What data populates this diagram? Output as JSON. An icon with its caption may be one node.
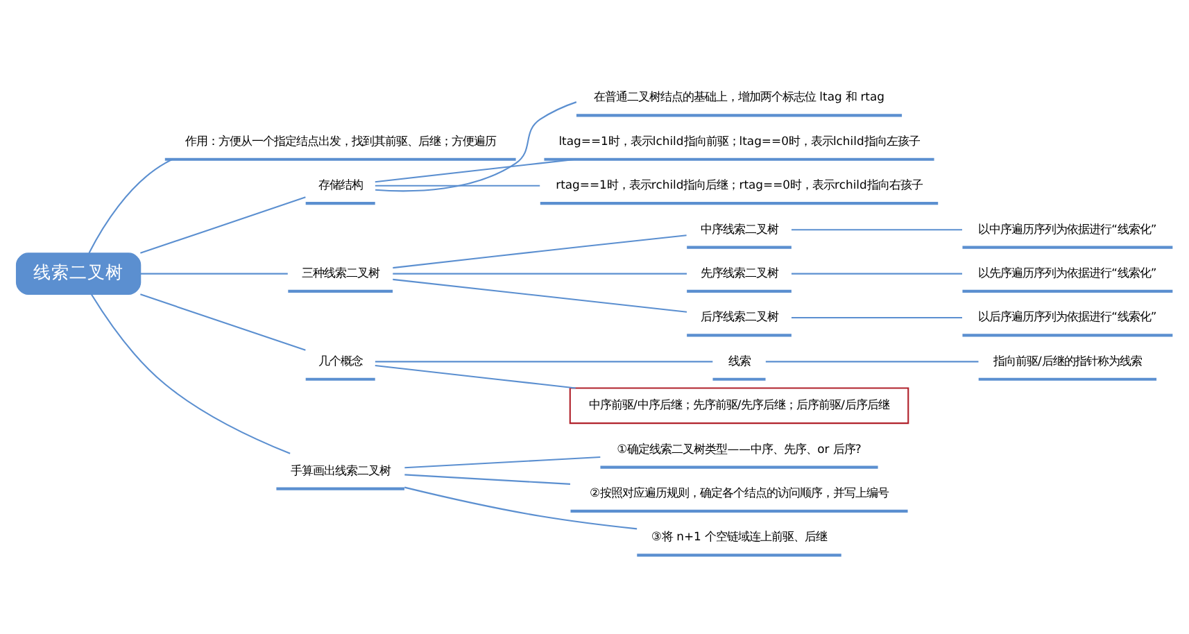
{
  "diagram": {
    "nodes": [
      {
        "text": [
          "线索二叉树"
        ]
      },
      {
        "text": [
          "作用：方便从一个指定结点出发，找到其前驱、后继；方便遍历"
        ]
      },
      {
        "text": [
          "存储结构"
        ]
      },
      {
        "text": [
          "在普通二叉树结点的基础上，增加两个标志位 ltag 和 rtag"
        ]
      },
      {
        "text": [
          "ltag==1时，表示lchild指向前驱；ltag==0时，表示lchild指向左孩子"
        ]
      },
      {
        "text": [
          "rtag==1时，表示rchild指向后继；rtag==0时，表示rchild指向右孩子"
        ]
      },
      {
        "text": [
          "三种线索二叉树"
        ]
      },
      {
        "text": [
          "中序线索二叉树"
        ]
      },
      {
        "text": [
          "以中序遍历序列为依据进行“线索化”"
        ]
      },
      {
        "text": [
          "先序线索二叉树"
        ]
      },
      {
        "text": [
          "以先序遍历序列为依据进行“线索化”"
        ]
      },
      {
        "text": [
          "后序线索二叉树"
        ]
      },
      {
        "text": [
          "以后序遍历序列为依据进行“线索化”"
        ]
      },
      {
        "text": [
          "几个概念"
        ]
      },
      {
        "text": [
          "线索"
        ]
      },
      {
        "text": [
          "指向前驱/后继的指针称为线索"
        ]
      },
      {
        "text": [
          "中序前驱/中序后继；先序前驱/先序后继；后序前驱/后序后继"
        ]
      },
      {
        "text": [
          "手算画出线索二叉树"
        ]
      },
      {
        "text": [
          "①确定线索二叉树类型——中序、先序、or 后序?"
        ]
      },
      {
        "text": [
          "②按照对应遍历规则，确定各个结点的访问顺序，并写上编号"
        ]
      },
      {
        "text": [
          "③将 n+1 个空链域连上前驱、后继"
        ]
      }
    ],
    "edges": [
      {
        "from": 0,
        "to": 1,
        "arrow": "none"
      },
      {
        "from": 0,
        "to": 2,
        "arrow": "none"
      },
      {
        "from": 2,
        "to": 3,
        "arrow": "none"
      },
      {
        "from": 2,
        "to": 4,
        "arrow": "none"
      },
      {
        "from": 2,
        "to": 5,
        "arrow": "none"
      },
      {
        "from": 0,
        "to": 6,
        "arrow": "none"
      },
      {
        "from": 6,
        "to": 7,
        "arrow": "none"
      },
      {
        "from": 7,
        "to": 8,
        "arrow": "none"
      },
      {
        "from": 6,
        "to": 9,
        "arrow": "none"
      },
      {
        "from": 9,
        "to": 10,
        "arrow": "none"
      },
      {
        "from": 6,
        "to": 11,
        "arrow": "none"
      },
      {
        "from": 11,
        "to": 12,
        "arrow": "none"
      },
      {
        "from": 0,
        "to": 13,
        "arrow": "none"
      },
      {
        "from": 13,
        "to": 14,
        "arrow": "none"
      },
      {
        "from": 14,
        "to": 15,
        "arrow": "none"
      },
      {
        "from": 13,
        "to": 16,
        "arrow": "none"
      },
      {
        "from": 0,
        "to": 17,
        "arrow": "none"
      },
      {
        "from": 17,
        "to": 18,
        "arrow": "none"
      },
      {
        "from": 17,
        "to": 19,
        "arrow": "none"
      },
      {
        "from": 17,
        "to": 20,
        "arrow": "none"
      }
    ]
  }
}
